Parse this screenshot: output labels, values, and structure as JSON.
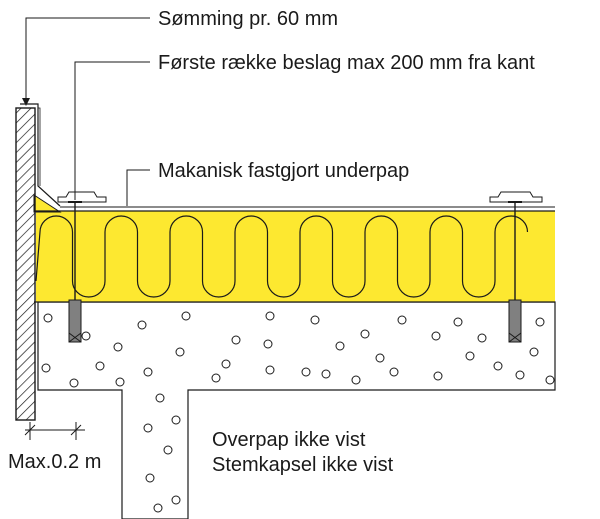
{
  "labels": {
    "seam": "Sømming pr. 60 mm",
    "first_row": "Første række beslag max 200 mm fra kant",
    "underlay": "Makanisk fastgjort underpap",
    "max_dim": "Max.0.2 m",
    "note_top": "Overpap ikke vist",
    "note_bottom": "Stemkapsel ikke vist"
  },
  "colors": {
    "insulation": "#fde830",
    "line": "#1a1a1a",
    "fastener": "#808080"
  }
}
